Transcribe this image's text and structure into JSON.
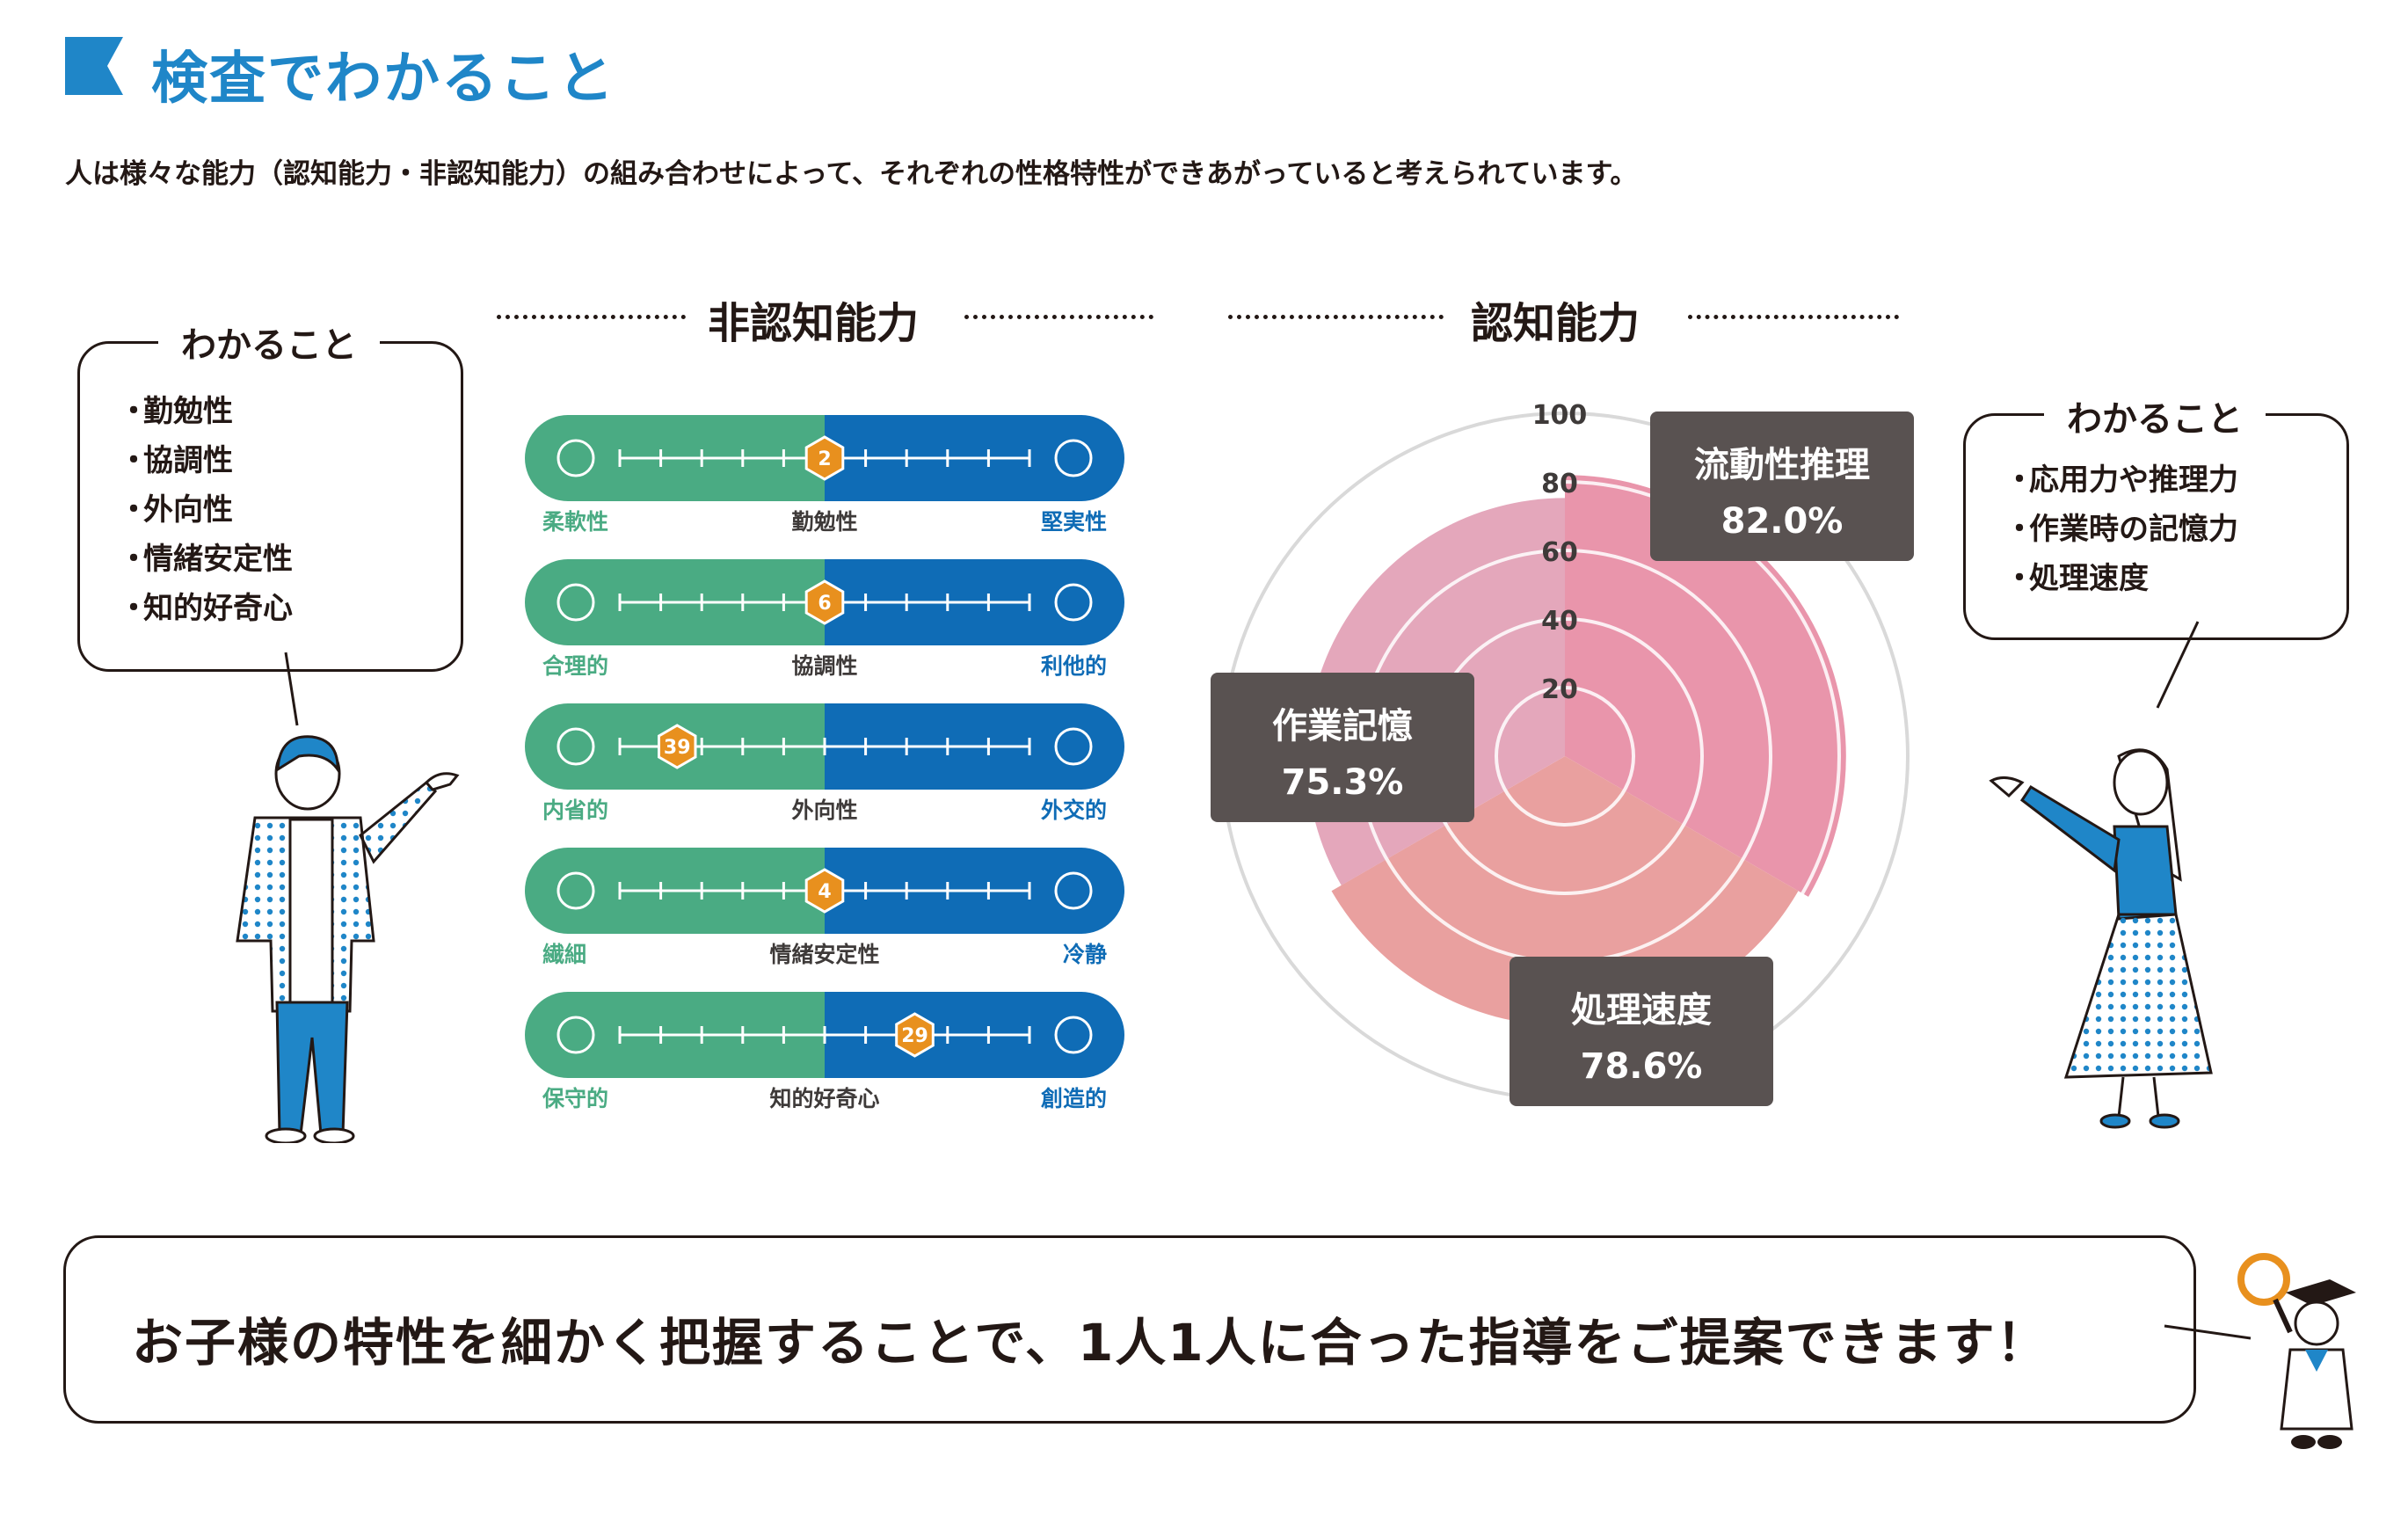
{
  "header": {
    "title": "検査でわかること",
    "accent": "#1f86c8"
  },
  "intro": "人は様々な能力（認知能力・非認知能力）の組み合わせによって、それぞれの性格特性ができあがっていると考えられています。",
  "noncognitive": {
    "title": "非認知能力",
    "bubble": {
      "title": "わかること",
      "items": [
        "勤勉性",
        "協調性",
        "外向性",
        "情緒安定性",
        "知的好奇心"
      ]
    }
  },
  "cognitive": {
    "title": "認知能力",
    "bubble": {
      "title": "わかること",
      "items": [
        "応用力や推理力",
        "作業時の記憶力",
        "処理速度"
      ]
    }
  },
  "chart_data": [
    {
      "type": "bar",
      "subtype": "bipolar-scale",
      "colors": {
        "left": "#4aab83",
        "right": "#0f6cb6",
        "marker": "#e8901e"
      },
      "scales": [
        {
          "left": "柔軟性",
          "center": "勤勉性",
          "right": "堅実性",
          "value": 2,
          "position": 0.5,
          "left_icon": "lightbulb-icon",
          "right_icon": "ruler-triangle-icon"
        },
        {
          "left": "合理的",
          "center": "協調性",
          "right": "利他的",
          "value": 6,
          "position": 0.5,
          "left_icon": "gears-icon",
          "right_icon": "handshake-icon"
        },
        {
          "left": "内省的",
          "center": "外向性",
          "right": "外交的",
          "value": 39,
          "position": 0.14,
          "left_icon": "thinking-head-icon",
          "right_icon": "speaking-head-icon"
        },
        {
          "left": "繊細",
          "center": "情緒安定性",
          "right": "冷静",
          "value": 4,
          "position": 0.5,
          "left_icon": "calendar-clock-icon",
          "right_icon": "calm-head-icon"
        },
        {
          "left": "保守的",
          "center": "知的好奇心",
          "right": "創造的",
          "value": 29,
          "position": 0.72,
          "left_icon": "road-icon",
          "right_icon": "magnifier-person-icon"
        }
      ]
    },
    {
      "type": "pie",
      "subtype": "polar-area",
      "rticks": [
        20,
        40,
        60,
        80,
        100
      ],
      "rlim": [
        0,
        100
      ],
      "series": [
        {
          "name": "流動性推理",
          "value": 82.0,
          "label": "82.0%",
          "color": "#e995ab"
        },
        {
          "name": "処理速度",
          "value": 78.6,
          "label": "78.6%",
          "color": "#e9a09f"
        },
        {
          "name": "作業記憶",
          "value": 75.3,
          "label": "75.3%",
          "color": "#e4a7bb"
        }
      ]
    }
  ],
  "banner": {
    "text": "お子様の特性を細かく把握することで、1人1人に合った指導をご提案できます！"
  }
}
